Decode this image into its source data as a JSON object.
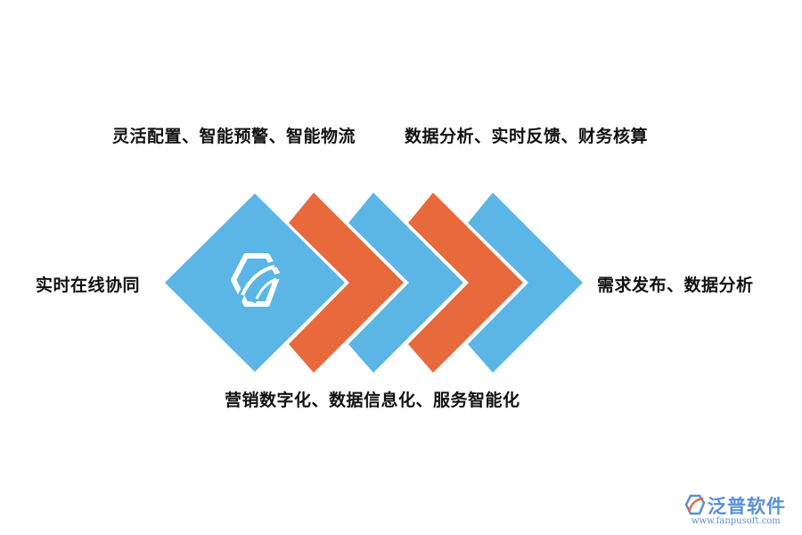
{
  "labels": {
    "top_left": "灵活配置、智能预警、智能物流",
    "top_right": "数据分析、实时反馈、财务核算",
    "left": "实时在线协同",
    "right": "需求发布、数据分析",
    "bottom": "营销数字化、数据信息化、服务智能化"
  },
  "icons": {
    "center_logo": "fanpu-logo-icon",
    "brand_logo": "fanpu-brand-icon"
  },
  "colors": {
    "blue": "#5bb6e6",
    "orange": "#e8693c",
    "brand": "#5b8fd1"
  },
  "brand": {
    "name": "泛普软件",
    "url": "www.fanpusoft.com"
  }
}
